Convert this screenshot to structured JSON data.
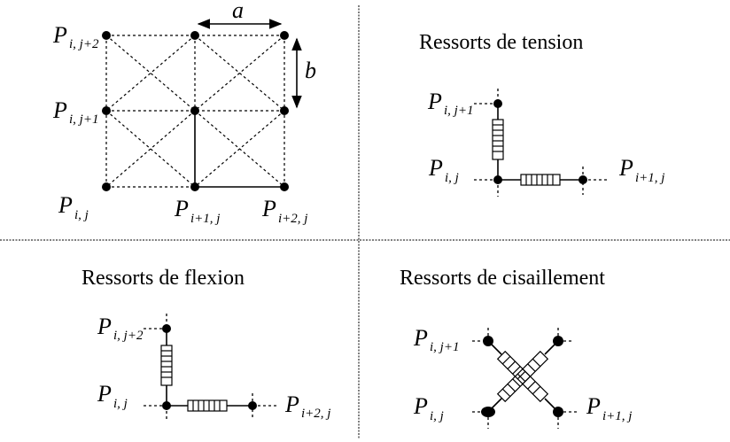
{
  "panels": {
    "grid": {
      "dim_a": "a",
      "dim_b": "b",
      "labels": [
        {
          "P": "P",
          "sub": "i, j+2"
        },
        {
          "P": "P",
          "sub": "i, j+1"
        },
        {
          "P": "P",
          "sub": "i, j"
        },
        {
          "P": "P",
          "sub": "i+1, j"
        },
        {
          "P": "P",
          "sub": "i+2, j"
        }
      ]
    },
    "tension": {
      "title": "Ressorts de tension",
      "labels": [
        {
          "P": "P",
          "sub": "i, j+1"
        },
        {
          "P": "P",
          "sub": "i, j"
        },
        {
          "P": "P",
          "sub": "i+1, j"
        }
      ]
    },
    "flexion": {
      "title": "Ressorts de flexion",
      "labels": [
        {
          "P": "P",
          "sub": "i, j+2"
        },
        {
          "P": "P",
          "sub": "i, j"
        },
        {
          "P": "P",
          "sub": "i+2, j"
        }
      ]
    },
    "shear": {
      "title": "Ressorts de cisaillement",
      "labels": [
        {
          "P": "P",
          "sub": "i, j+1"
        },
        {
          "P": "P",
          "sub": "i, j"
        },
        {
          "P": "P",
          "sub": "i+1, j"
        }
      ]
    }
  }
}
